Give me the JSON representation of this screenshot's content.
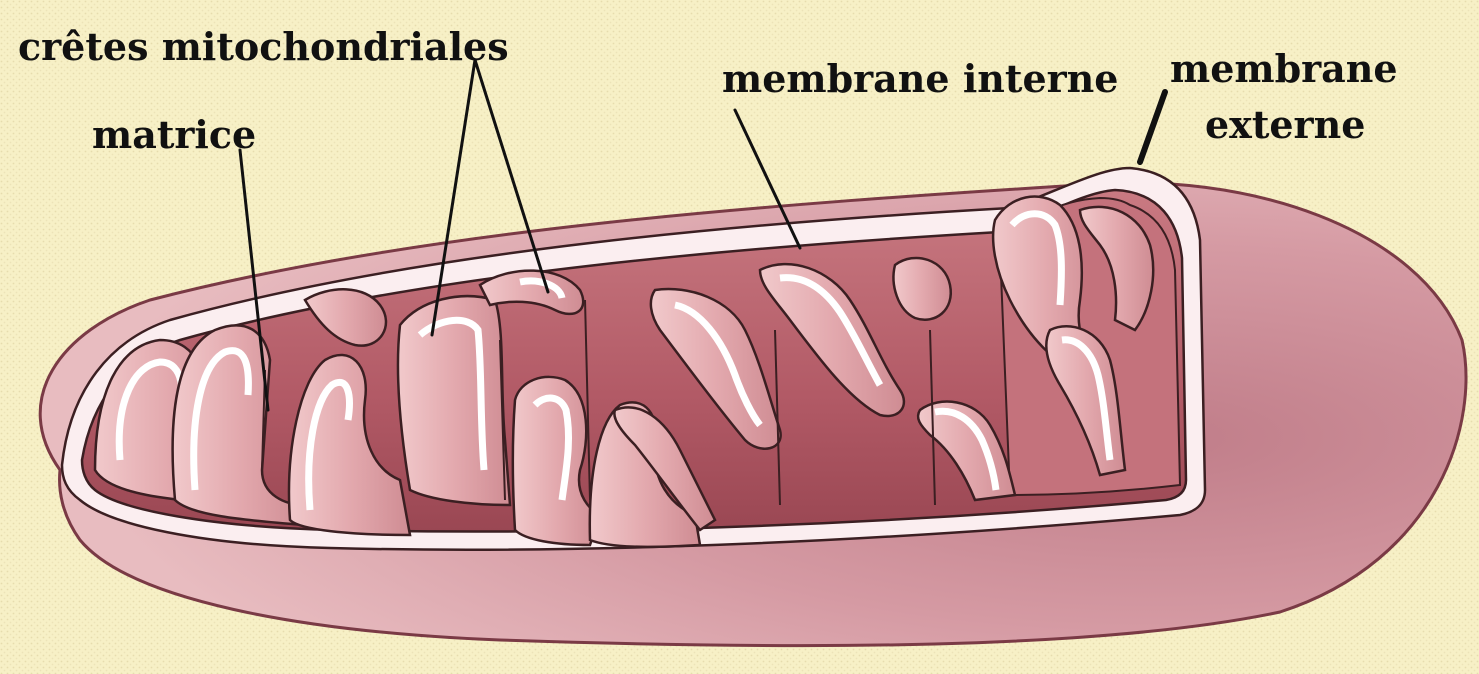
{
  "labels": {
    "cristae": "crêtes mitochondriales",
    "matrix": "matrice",
    "inner_membrane": "membrane interne",
    "outer_membrane_line1": "membrane",
    "outer_membrane_line2": "externe"
  },
  "colors": {
    "background": "#f7f0c6",
    "outer_membrane": "#d5959e",
    "outer_membrane_dark": "#a8616e",
    "intermembrane_space": "#fbeef0",
    "matrix": "#b8616c",
    "matrix_dark": "#8f3f4a",
    "crest": "#e9b8bc",
    "outline": "#3b1f22",
    "label_text": "#111111"
  }
}
